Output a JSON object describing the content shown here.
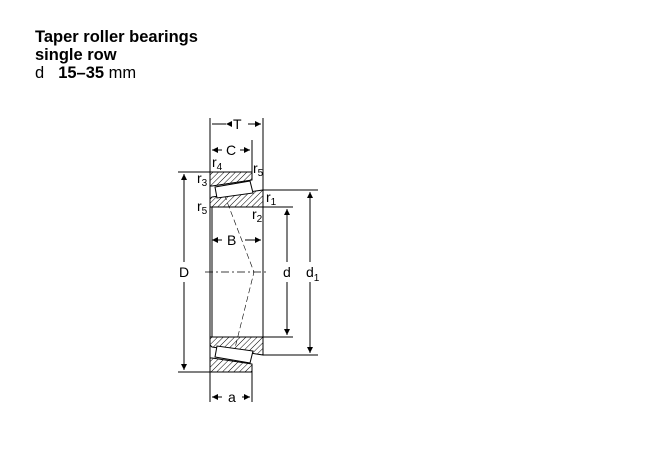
{
  "heading": {
    "title": "Taper roller bearings",
    "subtitle": "single row",
    "dimension_symbol": "d",
    "dimension_range": "15–35",
    "unit": "mm"
  },
  "drawing": {
    "labels": {
      "T": "T",
      "C": "C",
      "B": "B",
      "D": "D",
      "d": "d",
      "d1": "d",
      "d1_sub": "1",
      "a": "a",
      "r": "r",
      "r1": "1",
      "r2": "2",
      "r3": "3",
      "r4": "4",
      "r5": "5"
    }
  }
}
